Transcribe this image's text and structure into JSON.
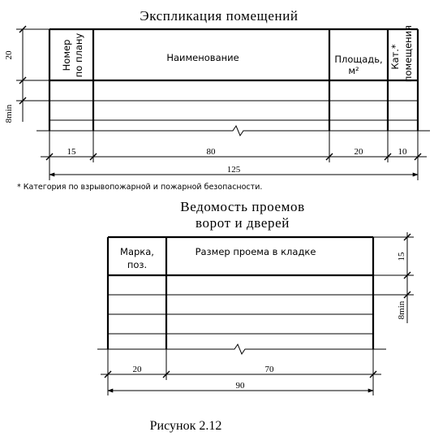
{
  "table1": {
    "title": "Экспликация помещений",
    "headers": {
      "number_line1": "Номер",
      "number_line2": "по плану",
      "name": "Наименование",
      "area_line1": "Площадь,",
      "area_line2": "м²",
      "category_line1": "Кат.*",
      "category_line2": "помещения"
    },
    "dims": {
      "header_height": "20",
      "row_height": "8min",
      "col_number": "15",
      "col_name": "80",
      "col_area": "20",
      "col_category": "10",
      "total_width": "125"
    },
    "footnote": "* Категория по взрывопожарной и пожарной безопасности."
  },
  "table2": {
    "title_line1": "Ведомость проемов",
    "title_line2": "ворот и дверей",
    "headers": {
      "mark_line1": "Марка,",
      "mark_line2": "поз.",
      "size": "Размер проема в кладке"
    },
    "dims": {
      "header_height": "15",
      "row_height": "8min",
      "col_mark": "20",
      "col_size": "70",
      "total_width": "90"
    }
  },
  "caption": "Рисунок 2.12"
}
